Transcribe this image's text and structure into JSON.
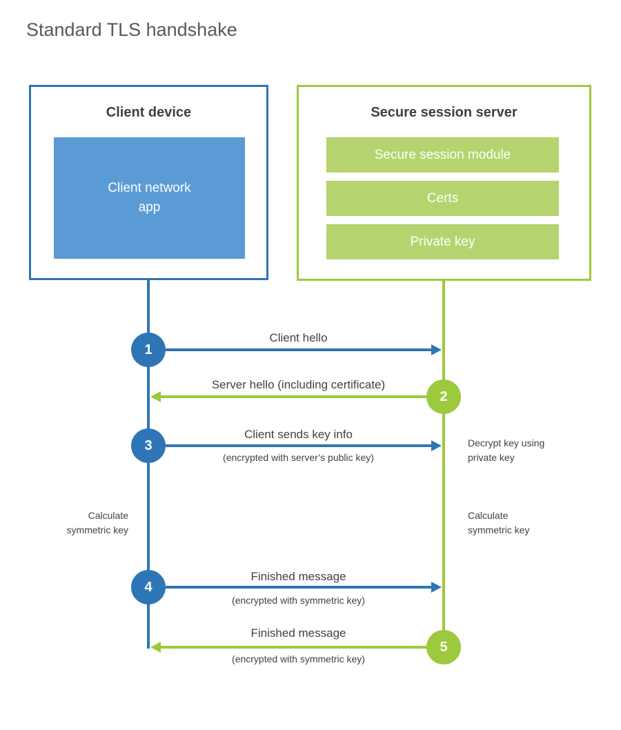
{
  "title": "Standard TLS handshake",
  "colors": {
    "client_line": "#2E75B6",
    "client_fill": "#5B9BD5",
    "server_line": "#9CC93D",
    "server_fill": "#B5D46F"
  },
  "client": {
    "heading": "Client device",
    "app_label": "Client network app"
  },
  "server": {
    "heading": "Secure session server",
    "modules": [
      "Secure session module",
      "Certs",
      "Private key"
    ]
  },
  "steps": [
    {
      "number": "1",
      "label": "Client hello",
      "sublabel": "",
      "from": "client",
      "to": "server"
    },
    {
      "number": "2",
      "label": "Server hello (including certificate)",
      "sublabel": "",
      "from": "server",
      "to": "client"
    },
    {
      "number": "3",
      "label": "Client sends key info",
      "sublabel": "(encrypted with server’s public key)",
      "from": "client",
      "to": "server"
    },
    {
      "number": "4",
      "label": "Finished message",
      "sublabel": "(encrypted with symmetric key)",
      "from": "client",
      "to": "server"
    },
    {
      "number": "5",
      "label": "Finished message",
      "sublabel": "(encrypted with symmetric key)",
      "from": "server",
      "to": "client"
    }
  ],
  "annotations": {
    "decrypt": "Decrypt key using\nprivate key",
    "calculate_left": "Calculate\nsymmetric key",
    "calculate_right": "Calculate\nsymmetric key"
  }
}
